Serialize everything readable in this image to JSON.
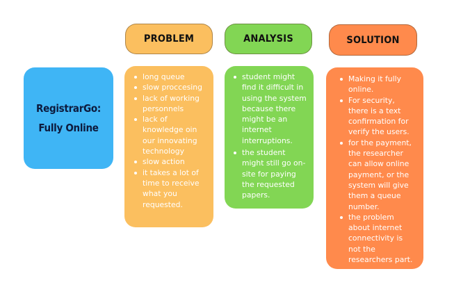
{
  "title": {
    "line1": "RegistrarGo:",
    "line2": "Fully Online"
  },
  "columns": {
    "problem": {
      "header": "PROBLEM",
      "items": [
        "long queue",
        "slow proccesing",
        "lack of  working personnels",
        "lack of knowledge oin our innovating technology",
        "slow action",
        "it takes a lot of time to receive what you requested."
      ]
    },
    "analysis": {
      "header": "ANALYSIS",
      "items": [
        "student might find it difficult in using the system because there might be an internet interruptions.",
        "the student might still go on-site for paying the requested papers."
      ]
    },
    "solution": {
      "header": "SOLUTION",
      "items": [
        "Making it fully online.",
        "For security, there is a text confirmation for verify the users.",
        "for the payment, the researcher can allow online payment, or the system will give them a queue number.",
        "the problem about internet connectivity is not the researchers part."
      ]
    }
  },
  "colors": {
    "title_bg": "#3fb5f5",
    "problem": "#fbbf5f",
    "analysis": "#82d654",
    "solution": "#ff8a4c"
  }
}
